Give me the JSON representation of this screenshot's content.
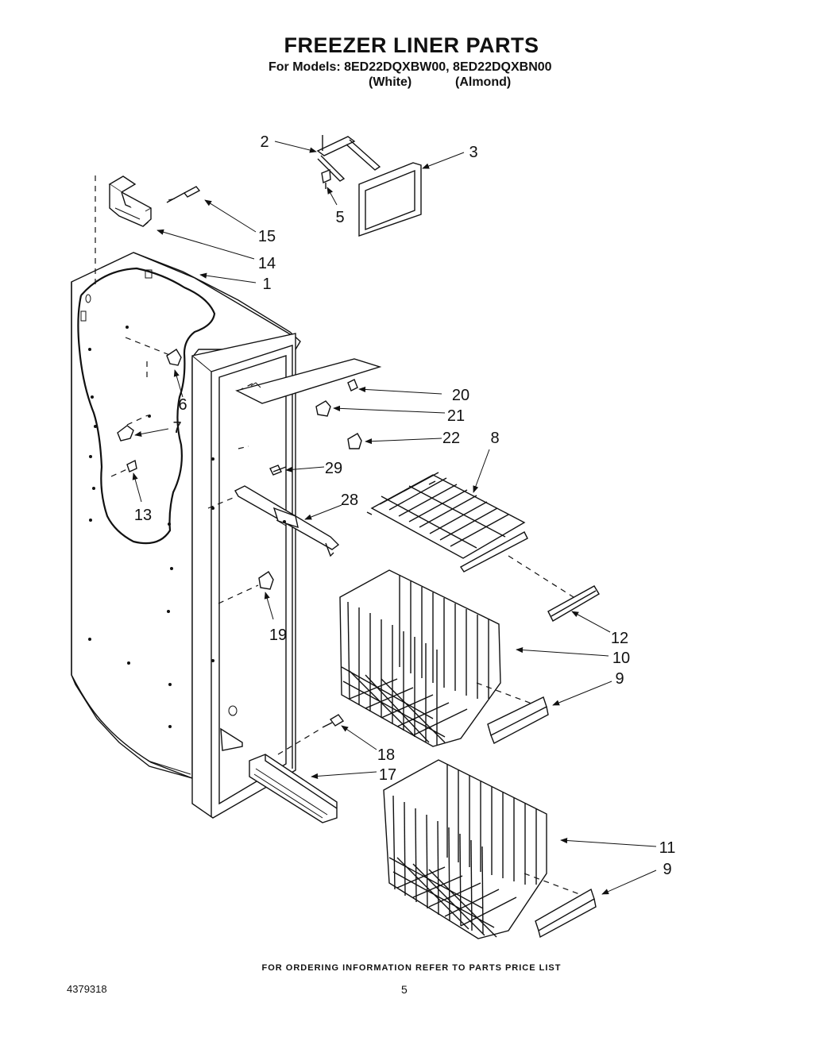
{
  "header": {
    "title": "FREEZER LINER PARTS",
    "models_line": "For Models: 8ED22DQXBW00, 8ED22DQXBN00",
    "color_white": "(White)",
    "color_almond": "(Almond)"
  },
  "callouts": {
    "c1": "1",
    "c2": "2",
    "c3": "3",
    "c5": "5",
    "c6": "6",
    "c7": "7",
    "c8": "8",
    "c9a": "9",
    "c9b": "9",
    "c10": "10",
    "c11": "11",
    "c12": "12",
    "c13": "13",
    "c14": "14",
    "c15": "15",
    "c17": "17",
    "c18": "18",
    "c19": "19",
    "c20": "20",
    "c21": "21",
    "c22": "22",
    "c28": "28",
    "c29": "29"
  },
  "footer": {
    "note": "FOR ORDERING INFORMATION REFER TO PARTS PRICE LIST",
    "doc_number": "4379318",
    "page_number": "5"
  }
}
